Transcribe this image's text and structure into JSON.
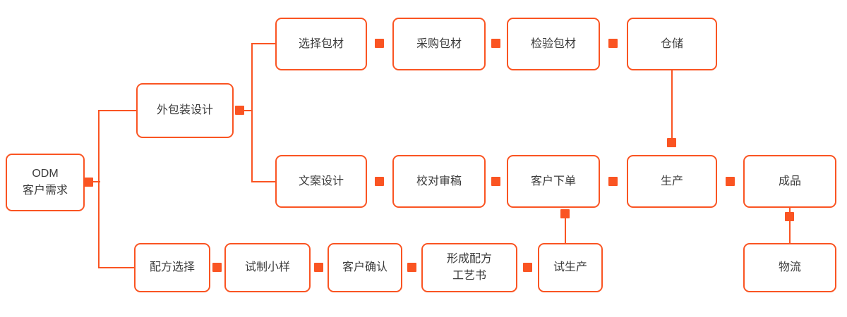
{
  "accent_color": "#fa5422",
  "nodes": {
    "odm": {
      "label": "ODM\n客户需求"
    },
    "packaging_design": {
      "label": "外包装设计"
    },
    "select_material": {
      "label": "选择包材"
    },
    "purchase_material": {
      "label": "采购包材"
    },
    "inspect_material": {
      "label": "检验包材"
    },
    "warehouse": {
      "label": "仓储"
    },
    "copy_design": {
      "label": "文案设计"
    },
    "proofread": {
      "label": "校对审稿"
    },
    "customer_order": {
      "label": "客户下单"
    },
    "production": {
      "label": "生产"
    },
    "finished_product": {
      "label": "成品"
    },
    "formula_selection": {
      "label": "配方选择"
    },
    "trial_sample": {
      "label": "试制小样"
    },
    "customer_confirm": {
      "label": "客户确认"
    },
    "formula_process_doc": {
      "label": "形成配方\n工艺书"
    },
    "trial_production": {
      "label": "试生产"
    },
    "logistics": {
      "label": "物流"
    }
  },
  "edges": [
    {
      "from": "odm",
      "to": "packaging_design"
    },
    {
      "from": "odm",
      "to": "formula_selection"
    },
    {
      "from": "packaging_design",
      "to": "select_material"
    },
    {
      "from": "packaging_design",
      "to": "copy_design"
    },
    {
      "from": "select_material",
      "to": "purchase_material"
    },
    {
      "from": "purchase_material",
      "to": "inspect_material"
    },
    {
      "from": "inspect_material",
      "to": "warehouse"
    },
    {
      "from": "warehouse",
      "to": "production"
    },
    {
      "from": "copy_design",
      "to": "proofread"
    },
    {
      "from": "proofread",
      "to": "customer_order"
    },
    {
      "from": "customer_order",
      "to": "production"
    },
    {
      "from": "production",
      "to": "finished_product"
    },
    {
      "from": "finished_product",
      "to": "logistics"
    },
    {
      "from": "formula_selection",
      "to": "trial_sample"
    },
    {
      "from": "trial_sample",
      "to": "customer_confirm"
    },
    {
      "from": "customer_confirm",
      "to": "formula_process_doc"
    },
    {
      "from": "formula_process_doc",
      "to": "trial_production"
    },
    {
      "from": "trial_production",
      "to": "customer_order"
    }
  ]
}
